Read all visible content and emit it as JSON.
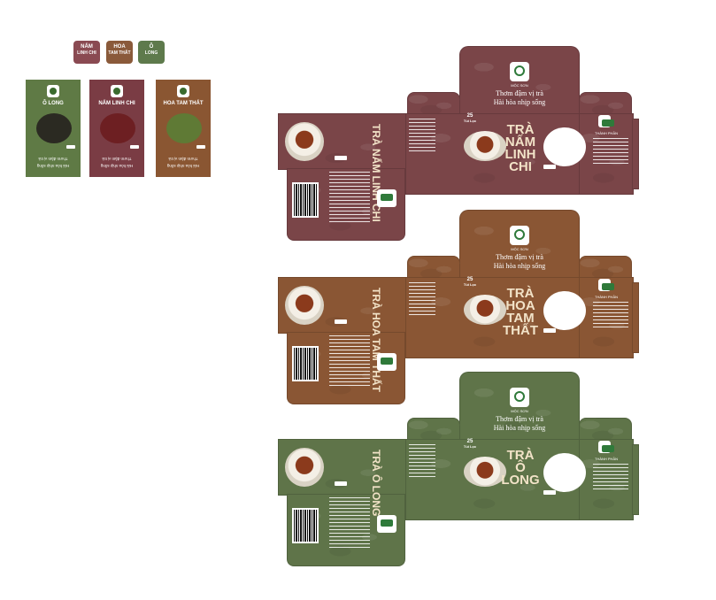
{
  "tags": [
    {
      "line1": "NẤM",
      "line2": "LINH CHI",
      "color": "#8a4a52"
    },
    {
      "line1": "HOA",
      "line2": "TAM THẤT",
      "color": "#8a5a3a"
    },
    {
      "line1": "Ô",
      "line2": "LONG",
      "color": "#5e7a4c"
    }
  ],
  "sachets": [
    {
      "title": "Ô LONG",
      "subtitle": "Oolong Tea",
      "color": "#5f7a45",
      "blob": "#2b2a22",
      "slogan": "Thơm đậm vị trà",
      "slogan2": "Hài hòa nhịp sống"
    },
    {
      "title": "NẤM LINH CHI",
      "subtitle": "Ganoderma Lucidum Tea",
      "color": "#7a3c44",
      "blob": "#6d1f22",
      "slogan": "Thơm đậm vị trà",
      "slogan2": "Hài hòa nhịp sống"
    },
    {
      "title": "HOA TAM THẤT",
      "subtitle": "Notoginseng Flower Tea",
      "color": "#8a5632",
      "blob": "#5f7a35",
      "slogan": "Thơm đậm vị trà",
      "slogan2": "Hài hòa nhịp sống"
    }
  ],
  "brand": "MỘC SƠN",
  "boxes": [
    {
      "color": "#7a4548",
      "title_lines": [
        "TRÀ",
        "NẤM",
        "LINH",
        "CHI"
      ],
      "side_title": "TRÀ NẤM LINH CHI",
      "slogan1": "Thơm đậm vị trà",
      "slogan2": "Hài hòa nhịp sống",
      "count": "25",
      "count_unit": "Túi Lọc",
      "info_heading": "THÀNH PHẦN"
    },
    {
      "color": "#8a5634",
      "title_lines": [
        "TRÀ",
        "HOA",
        "TAM",
        "THẤT"
      ],
      "side_title": "TRÀ HOA TAM THẤT",
      "slogan1": "Thơm đậm vị trà",
      "slogan2": "Hài hòa nhịp sống",
      "count": "25",
      "count_unit": "Túi Lọc",
      "info_heading": "THÀNH PHẦN"
    },
    {
      "color": "#5f7449",
      "title_lines": [
        "TRÀ",
        "Ô",
        "LONG"
      ],
      "side_title": "TRÀ Ô LONG",
      "slogan1": "Thơm đậm vị trà",
      "slogan2": "Hài hòa nhịp sống",
      "count": "25",
      "count_unit": "Túi Lọc",
      "info_heading": "THÀNH PHẦN"
    }
  ]
}
